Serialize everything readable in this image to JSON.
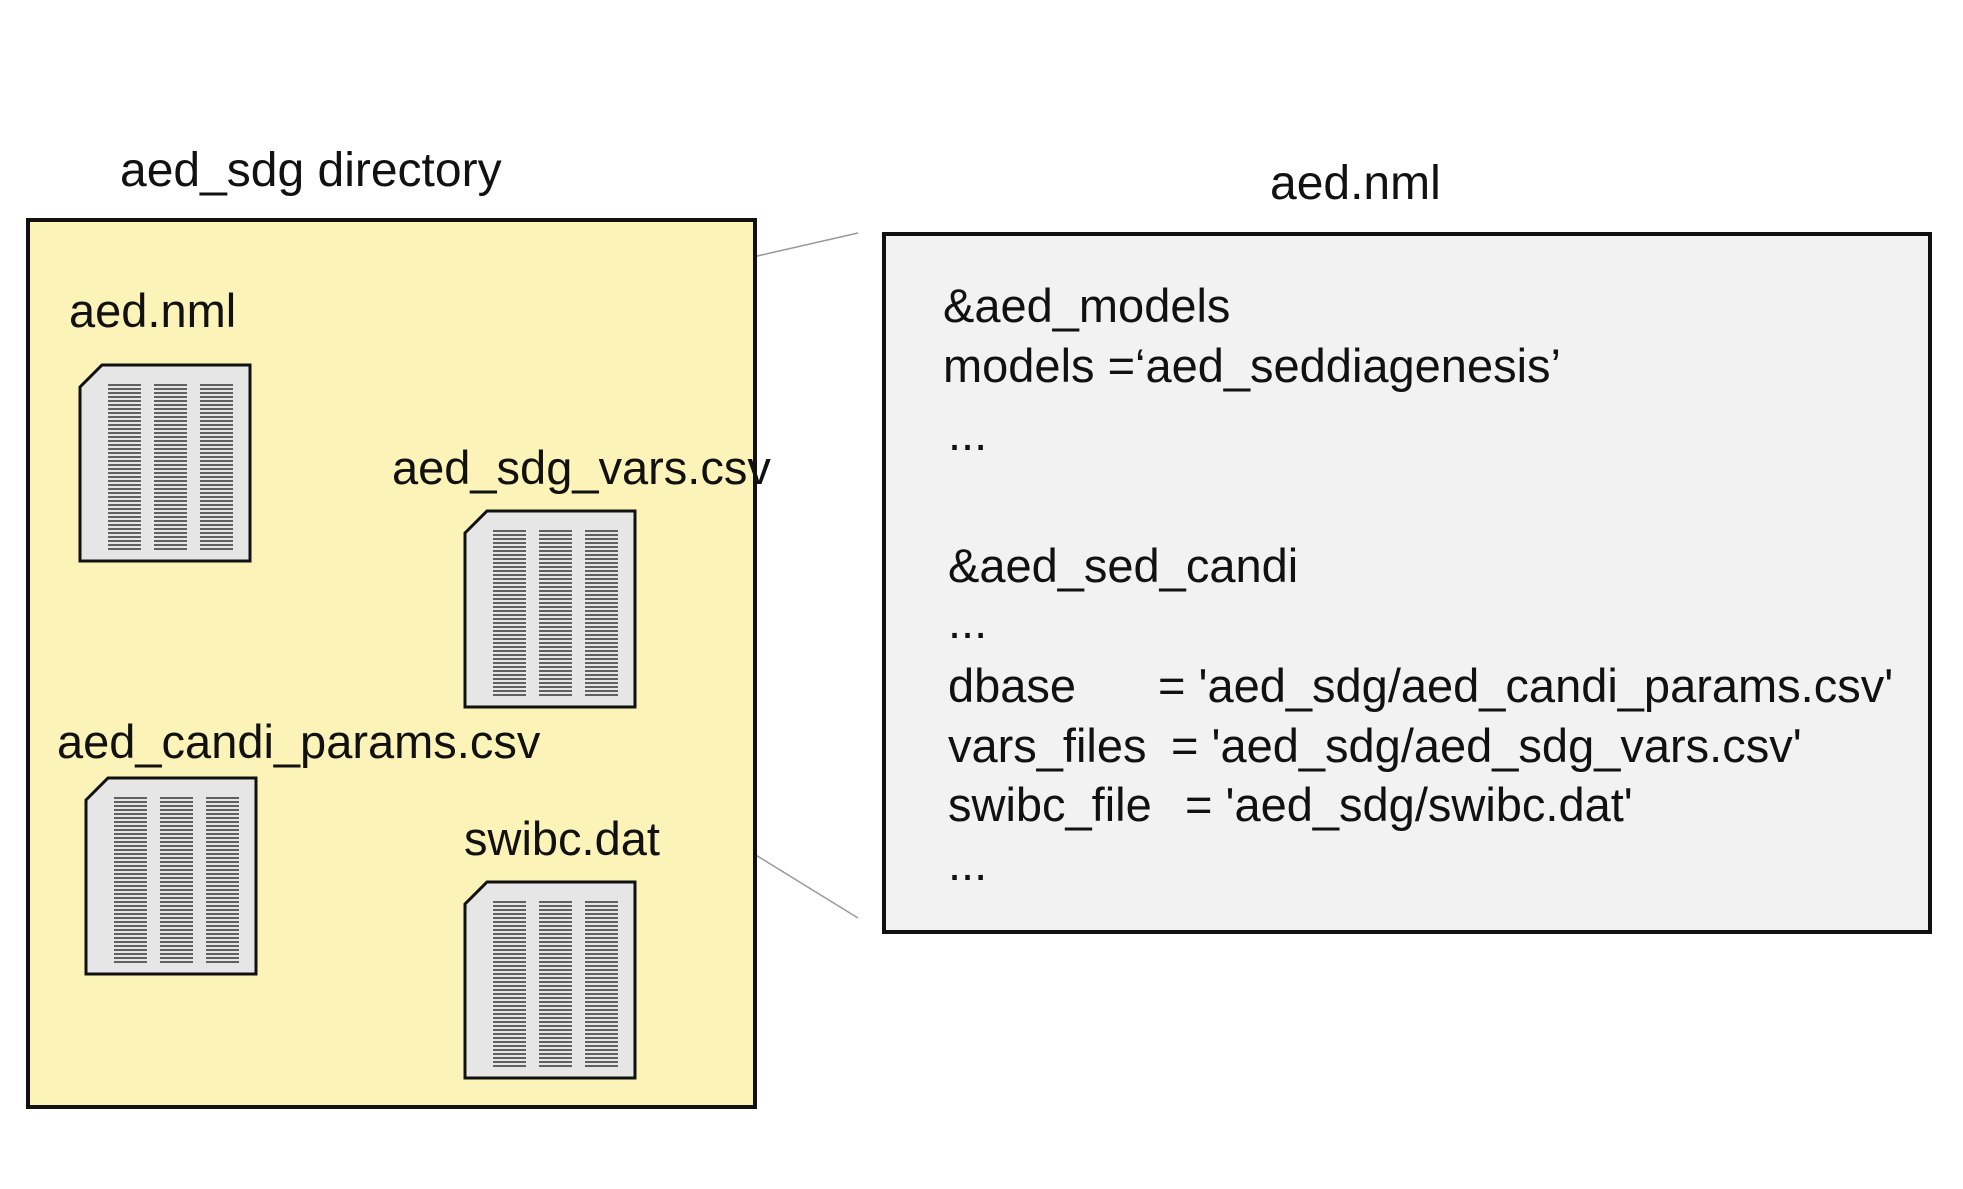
{
  "directory": {
    "title": "aed_sdg directory",
    "files": [
      {
        "name": "aed.nml"
      },
      {
        "name": "aed_sdg_vars.csv"
      },
      {
        "name": "aed_candi_params.csv"
      },
      {
        "name": "swibc.dat"
      }
    ]
  },
  "nml_panel": {
    "title": "aed.nml",
    "lines": [
      {
        "key": "&aed_models",
        "value": ""
      },
      {
        "key": "models = ",
        "value": "‘aed_seddiagenesis’"
      },
      {
        "key": "...",
        "value": ""
      },
      {
        "key": "&aed_sed_candi",
        "value": ""
      },
      {
        "key": "...",
        "value": ""
      },
      {
        "key": "dbase",
        "value": "= 'aed_sdg/aed_candi_params.csv'"
      },
      {
        "key": "vars_files",
        "value": "= 'aed_sdg/aed_sdg_vars.csv'"
      },
      {
        "key": "swibc_file",
        "value": "= 'aed_sdg/swibc.dat'"
      },
      {
        "key": "...",
        "value": ""
      }
    ]
  },
  "colors": {
    "directory_fill": "#fcf3b8",
    "panel_fill": "#f2f2f2",
    "file_fill": "#e6e6e6",
    "outline": "#111111",
    "connector": "#9a9a9a"
  }
}
